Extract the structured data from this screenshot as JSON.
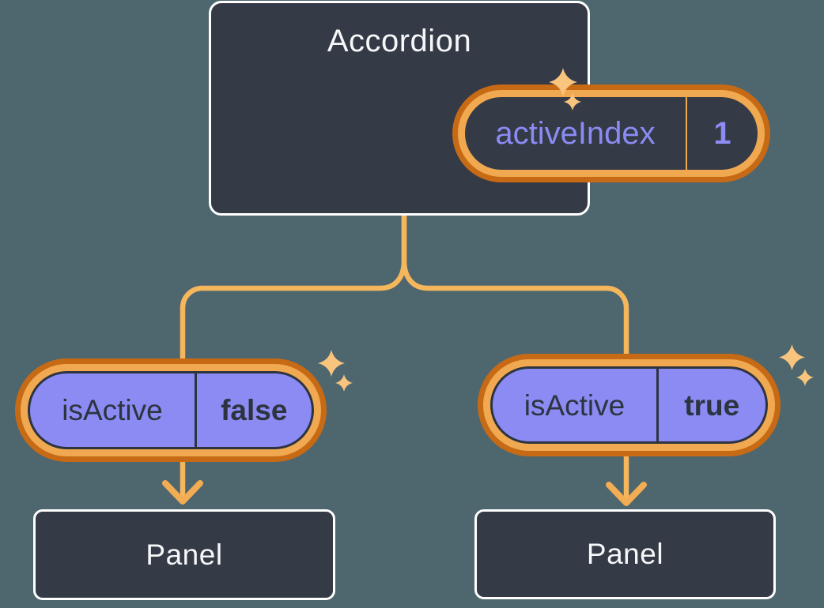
{
  "root": {
    "component_name": "Accordion",
    "state_pill": {
      "name": "activeIndex",
      "value": "1"
    }
  },
  "children": [
    {
      "prop_pill": {
        "name": "isActive",
        "value": "false"
      },
      "panel": {
        "component_name": "Panel"
      }
    },
    {
      "prop_pill": {
        "name": "isActive",
        "value": "true"
      },
      "panel": {
        "component_name": "Panel"
      }
    }
  ],
  "icons": {
    "sparkle": "sparkle",
    "arrow": "arrow-down"
  },
  "colors": {
    "background": "#4E666E",
    "box_fill": "#343A46",
    "box_border": "#FFFFFF",
    "text_light": "#F6F7F9",
    "pill_fill_purple": "#8B8BF3",
    "pill_text_dark": "#2D3440",
    "ring_outer_orange": "#C76A15",
    "ring_inner_gold": "#F0A950",
    "connector_gold": "#F5B65C",
    "sparkle_gold": "#F8C47E"
  }
}
